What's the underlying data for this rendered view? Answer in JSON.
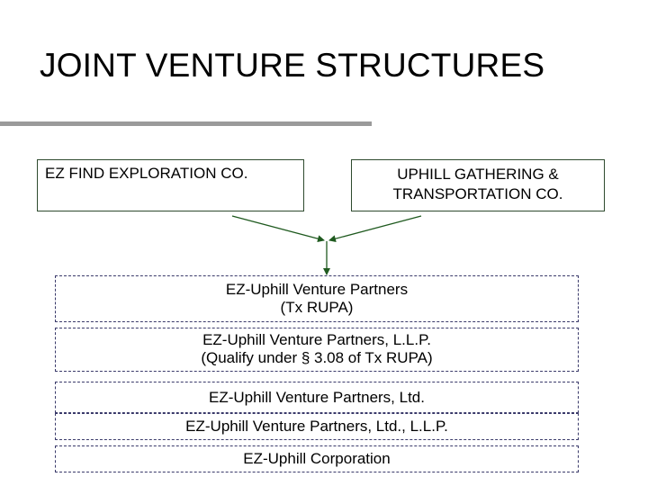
{
  "title": "JOINT VENTURE STRUCTURES",
  "parents": {
    "left": "EZ FIND EXPLORATION CO.",
    "right_line1": "UPHILL GATHERING &",
    "right_line2": "TRANSPORTATION CO."
  },
  "structures": [
    {
      "line1": "EZ-Uphill Venture Partners",
      "line2": "(Tx RUPA)"
    },
    {
      "line1": "EZ-Uphill Venture Partners, L.L.P.",
      "line2": "(Qualify under § 3.08 of Tx RUPA)"
    },
    {
      "line1": "EZ-Uphill Venture Partners, Ltd."
    },
    {
      "line1": "EZ-Uphill Venture Partners, Ltd., L.L.P."
    },
    {
      "line1": "EZ-Uphill Corporation"
    }
  ],
  "colors": {
    "rule": "#9a9a9a",
    "arrow": "#1f5a1f",
    "box_border": "#2e4a2e",
    "dashed_border": "#3a3a6a"
  }
}
